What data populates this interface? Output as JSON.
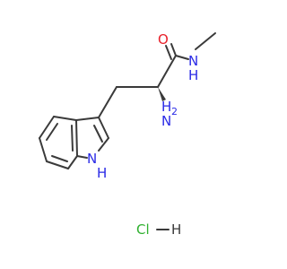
{
  "molecule": {
    "atom_labels": {
      "carbonyl_oxygen": "O",
      "amide_n": "N",
      "amide_h": "H",
      "amine_n": "N",
      "amine_h": "H",
      "amine_h_count": "2",
      "indole_n": "N",
      "indole_h": "H"
    },
    "salt": {
      "cl": "Cl",
      "h": "H"
    }
  },
  "colors": {
    "bond": "#3a3a3a",
    "oxygen": "#e8202a",
    "nitrogen": "#2a2ae6",
    "chlorine": "#2fb02f",
    "hydrogen": "#3a3a3a"
  }
}
